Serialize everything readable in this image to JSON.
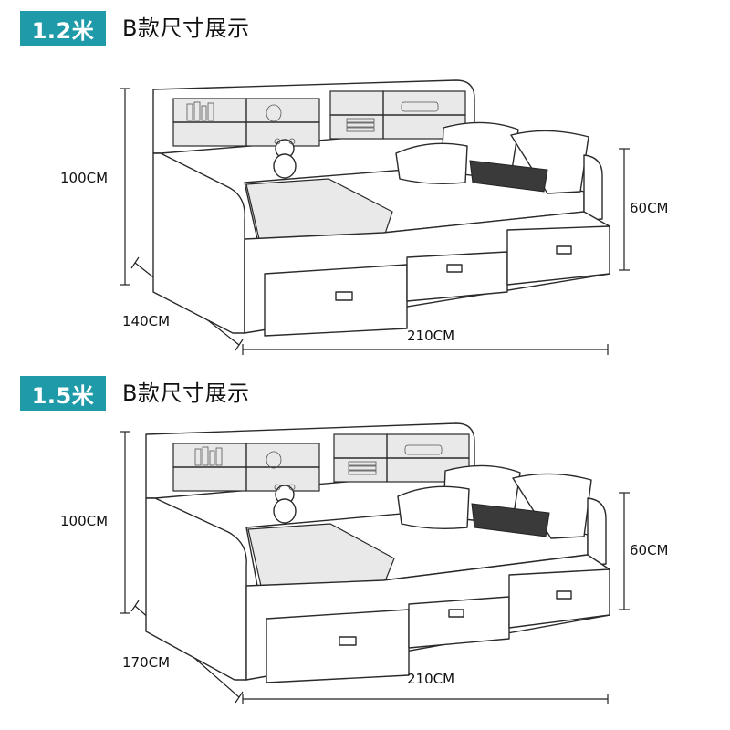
{
  "sections": [
    {
      "badge": "1.2米",
      "heading": "B款尺寸展示",
      "dimensions": {
        "height": "100CM",
        "seat_height": "60CM",
        "depth": "140CM",
        "length": "210CM"
      }
    },
    {
      "badge": "1.5米",
      "heading": "B款尺寸展示",
      "dimensions": {
        "height": "100CM",
        "seat_height": "60CM",
        "depth": "170CM",
        "length": "210CM"
      }
    }
  ],
  "colors": {
    "badge_background": "#1e9aa8",
    "badge_text": "#ffffff",
    "text": "#111111",
    "line_art": "#2a2a2a"
  },
  "illustration": "sofa-bed-with-bookshelf-and-drawers"
}
